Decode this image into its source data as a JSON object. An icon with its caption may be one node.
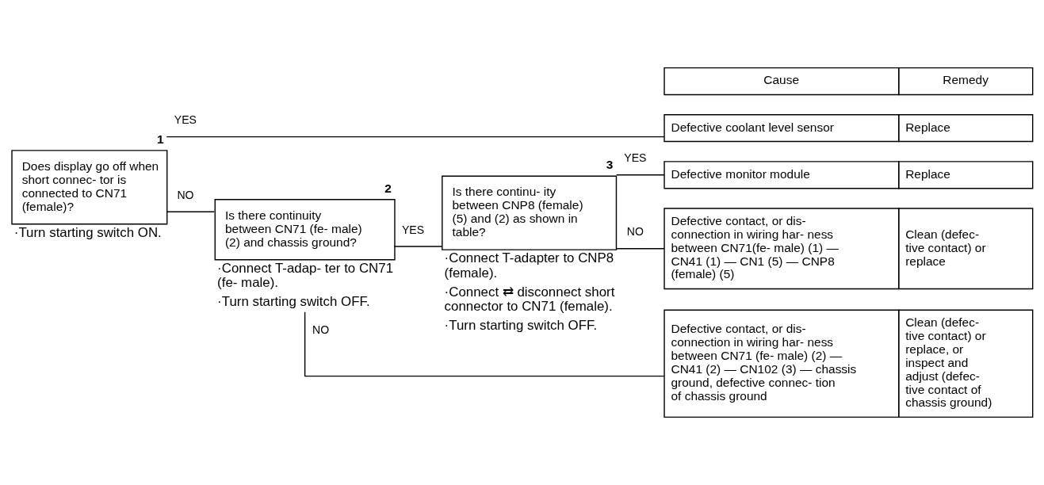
{
  "diagram": {
    "nodes": [
      {
        "text": [
          "Does display go off when short connec- tor is connected to CN71 (female)?"
        ],
        "beside": [
          "1",
          "·Turn starting switch ON."
        ]
      },
      {
        "text": [
          "Is there continuity between CN71 (fe- male) (2) and chassis ground?"
        ],
        "beside": [
          "2",
          "·Connect T-adap- ter to CN71 (fe- male).",
          "·Turn starting switch OFF."
        ]
      },
      {
        "text": [
          "Is there continu- ity between CNP8 (female) (5) and (2) as shown in table?"
        ],
        "beside": [
          "3",
          "·Connect T-adapter to CNP8 (female).",
          "·Connect ⇄ disconnect short connector to CN71 (female).",
          "·Turn starting switch OFF."
        ]
      },
      {
        "text": [
          "Cause",
          "Remedy"
        ]
      },
      {
        "text": [
          "Defective coolant level sensor",
          "Replace"
        ]
      },
      {
        "text": [
          "Defective monitor module",
          "Replace"
        ]
      },
      {
        "text": [
          "Defective contact, or dis- connection in wiring har- ness between CN71(fe- male) (1) — CN41 (1) — CN1 (5) — CNP8 (female) (5)",
          "Clean (defec- tive contact) or replace"
        ]
      },
      {
        "text": [
          "Defective contact, or dis- connection in wiring har- ness between CN71 (fe- male) (2) — CN41 (2) — CN102 (3) — chassis ground, defective connec- tion of chassis ground",
          "Clean (defec- tive contact) or replace, or inspect and adjust (defec- tive contact of chassis ground)"
        ]
      }
    ],
    "edges": [
      {
        "from": 0,
        "to": 4,
        "arrow": "none",
        "label": "YES"
      },
      {
        "from": 0,
        "to": 1,
        "arrow": "none",
        "label": "NO"
      },
      {
        "from": 1,
        "to": 2,
        "arrow": "none",
        "label": "YES"
      },
      {
        "from": 1,
        "to": 7,
        "arrow": "none",
        "label": "NO"
      },
      {
        "from": 2,
        "to": 5,
        "arrow": "none",
        "label": "YES"
      },
      {
        "from": 2,
        "to": 6,
        "arrow": "none",
        "label": "NO"
      }
    ]
  }
}
